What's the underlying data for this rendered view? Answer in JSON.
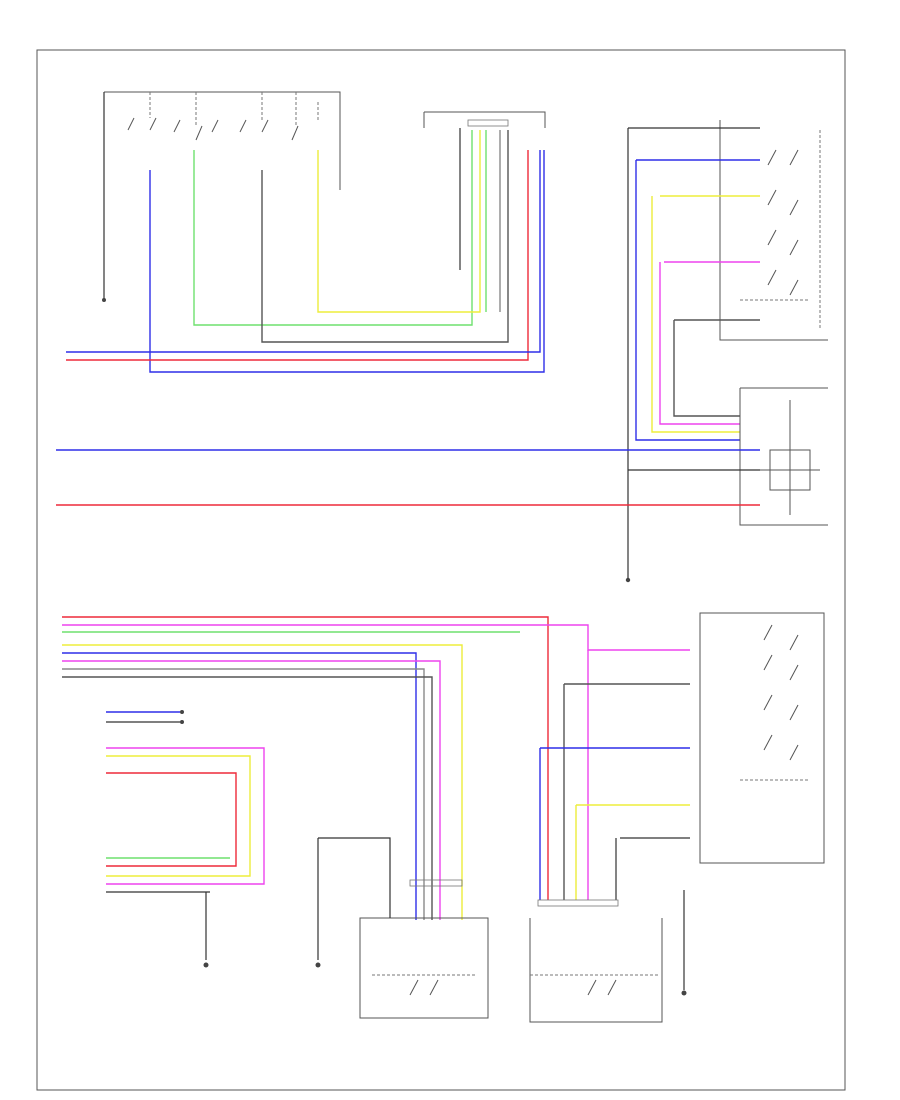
{
  "diagram": {
    "page_marker": "",
    "blocks": [
      {
        "id": "front-door-switch"
      },
      {
        "id": "front-door-sensor"
      },
      {
        "id": "rear-power-window-switch"
      },
      {
        "id": "rear-power-window-motor"
      },
      {
        "id": "left-power-window-switch"
      },
      {
        "id": "left-front-motor"
      },
      {
        "id": "left-rear-motor"
      },
      {
        "id": "door-control-receiver"
      }
    ],
    "colors": {
      "blue": "#2f2fe8",
      "red": "#ee2a3a",
      "yellow": "#eded3c",
      "green": "#6fe06f",
      "magenta": "#ee44ee",
      "gray": "#8a8a8a"
    }
  }
}
